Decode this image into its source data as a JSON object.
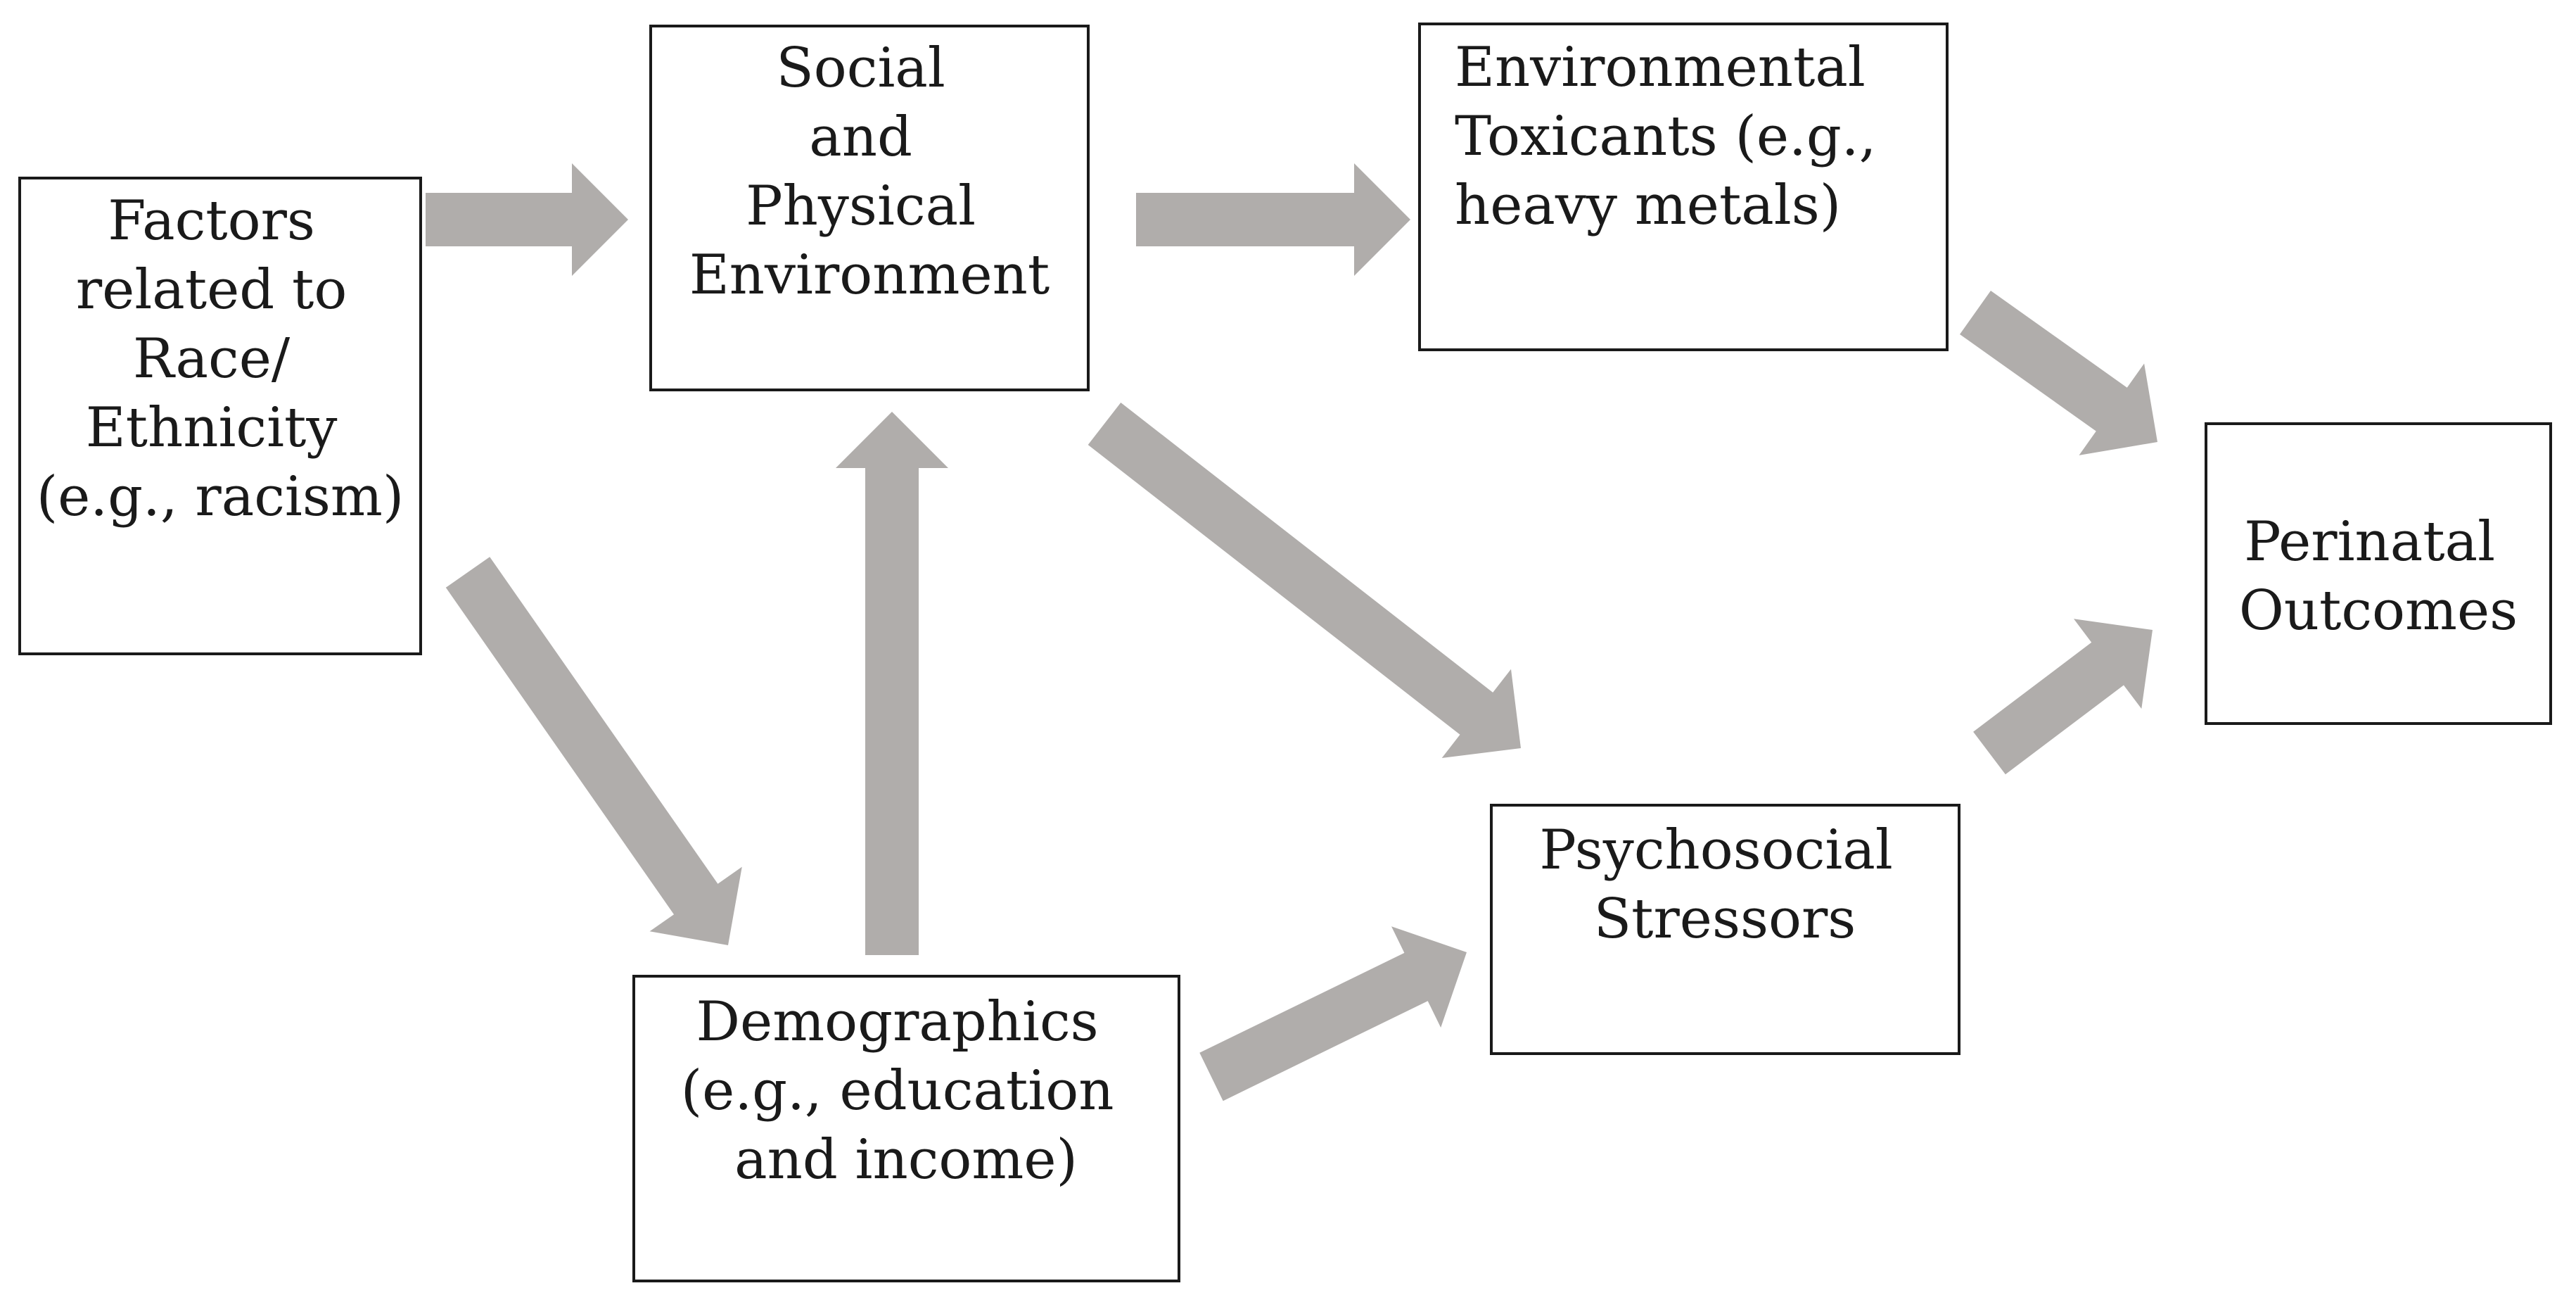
{
  "colors": {
    "arrow": "#b0adab",
    "box_border": "#1a1a1a",
    "text": "#1a1a1a",
    "background": "#ffffff"
  },
  "nodes": {
    "race": {
      "lines": [
        "Factors",
        "related to",
        "Race/",
        "Ethnicity",
        "(e.g., racism)"
      ]
    },
    "social": {
      "lines": [
        "Social",
        "and",
        "Physical",
        "Environment"
      ]
    },
    "toxicants": {
      "lines": [
        "Environmental",
        "Toxicants (e.g.,",
        "heavy metals)"
      ]
    },
    "perinatal": {
      "lines": [
        "Perinatal",
        "Outcomes"
      ]
    },
    "demographics": {
      "lines": [
        "Demographics",
        "(e.g., education",
        "and income)"
      ]
    },
    "psychosocial": {
      "lines": [
        "Psychosocial",
        "Stressors"
      ]
    }
  },
  "edges": [
    {
      "from": "race",
      "to": "social"
    },
    {
      "from": "race",
      "to": "demographics"
    },
    {
      "from": "demographics",
      "to": "social"
    },
    {
      "from": "social",
      "to": "toxicants"
    },
    {
      "from": "social",
      "to": "psychosocial"
    },
    {
      "from": "demographics",
      "to": "psychosocial"
    },
    {
      "from": "toxicants",
      "to": "perinatal"
    },
    {
      "from": "psychosocial",
      "to": "perinatal"
    }
  ]
}
